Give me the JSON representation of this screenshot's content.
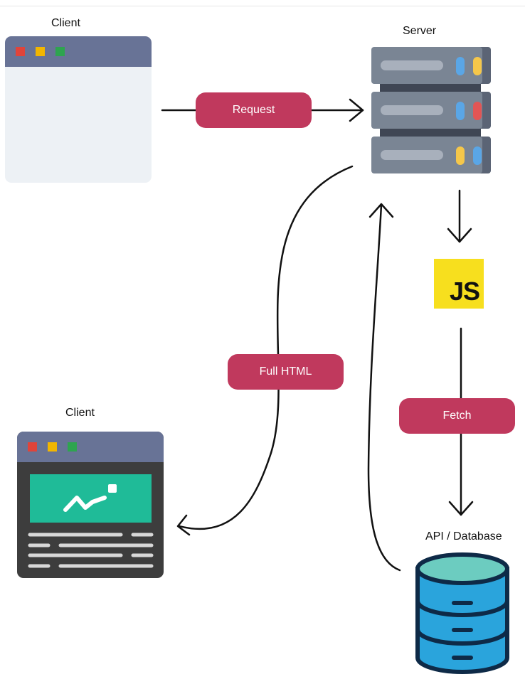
{
  "nodes": {
    "client_top": "Client",
    "server": "Server",
    "client_bottom": "Client",
    "api": "API / Database"
  },
  "edges": {
    "request": "Request",
    "full_html": "Full HTML",
    "fetch": "Fetch"
  },
  "js_logo": "JS",
  "icons": [
    "browser-window-icon",
    "server-rack-icon",
    "javascript-logo",
    "database-icon",
    "rendered-page-icon"
  ],
  "colors": {
    "pill": "#c0395d",
    "browser_bar": "#687396",
    "js": "#f7df1e",
    "db": "#2aa4dc",
    "page_image": "#1fbb98"
  }
}
